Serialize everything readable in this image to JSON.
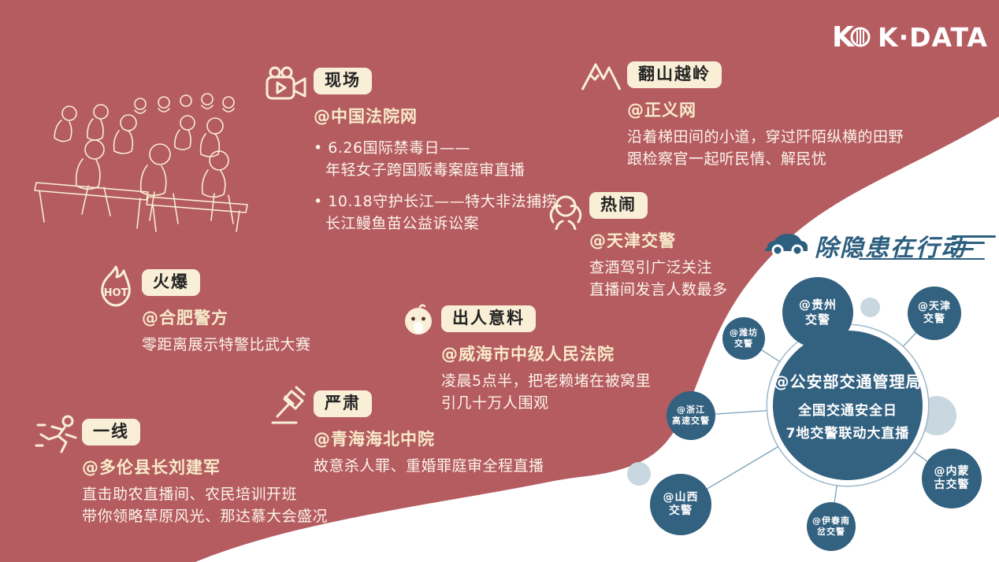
{
  "logo": {
    "text": "K·DATA",
    "icon": "k-mark-icon"
  },
  "colors": {
    "background_red": "#b55c60",
    "cream": "#f9efd7",
    "node_blue": "#336180",
    "light_blue_gray": "#c9d8e0",
    "white": "#ffffff"
  },
  "sections": {
    "scene": {
      "icon": "video-camera-icon",
      "label": "现场",
      "handle": "@中国法院网",
      "bullets": [
        {
          "line1": "6.26国际禁毒日——",
          "line2": "年轻女子跨国贩毒案庭审直播"
        },
        {
          "line1": "10.18守护长江——特大非法捕捞",
          "line2": "长江鳗鱼苗公益诉讼案"
        }
      ]
    },
    "mountain": {
      "icon": "mountain-icon",
      "label": "翻山越岭",
      "handle": "@正义网",
      "line1": "沿着梯田间的小道，穿过阡陌纵横的田野",
      "line2": "跟检察官一起听民情、解民忧"
    },
    "lively": {
      "icon": "cheering-person-icon",
      "label": "热闹",
      "handle": "@天津交警",
      "line1": "查酒驾引广泛关注",
      "line2": "直播间发言人数最多"
    },
    "hot": {
      "icon": "hot-flame-icon",
      "icon_text": "HOT",
      "label": "火爆",
      "handle": "@合肥警方",
      "line1": "零距离展示特警比武大赛"
    },
    "surprise": {
      "icon": "surprised-face-icon",
      "label": "出人意料",
      "handle": "@威海市中级人民法院",
      "line1": "凌晨5点半，把老赖堵在被窝里",
      "line2": "引几十万人围观"
    },
    "serious": {
      "icon": "gavel-icon",
      "label": "严肃",
      "handle": "@青海海北中院",
      "line1": "故意杀人罪、重婚罪庭审全程直播"
    },
    "frontline": {
      "icon": "runner-icon",
      "label": "一线",
      "handle": "@多伦县长刘建军",
      "line1": "直击助农直播间、农民培训开班",
      "line2": "带你领略草原风光、那达慕大会盛况"
    }
  },
  "network": {
    "icon": "car-icon",
    "title": "除隐患在行动",
    "center": {
      "handle": "@公安部交通管理局",
      "line1": "全国交通安全日",
      "line2": "7地交警联动大直播"
    },
    "nodes": {
      "guizhou": {
        "line1": "@贵州",
        "line2": "交警"
      },
      "tianjin": {
        "line1": "@天津",
        "line2": "交警"
      },
      "weifang": {
        "line1": "@潍坊",
        "line2": "交警"
      },
      "zhejiang": {
        "line1": "@浙江",
        "line2": "高速交警"
      },
      "shanxi": {
        "line1": "@山西",
        "line2": "交警"
      },
      "yichun": {
        "line1": "@伊春南",
        "line2": "岔交警"
      },
      "neimenggu": {
        "line1": "@内蒙",
        "line2": "古交警"
      }
    }
  }
}
